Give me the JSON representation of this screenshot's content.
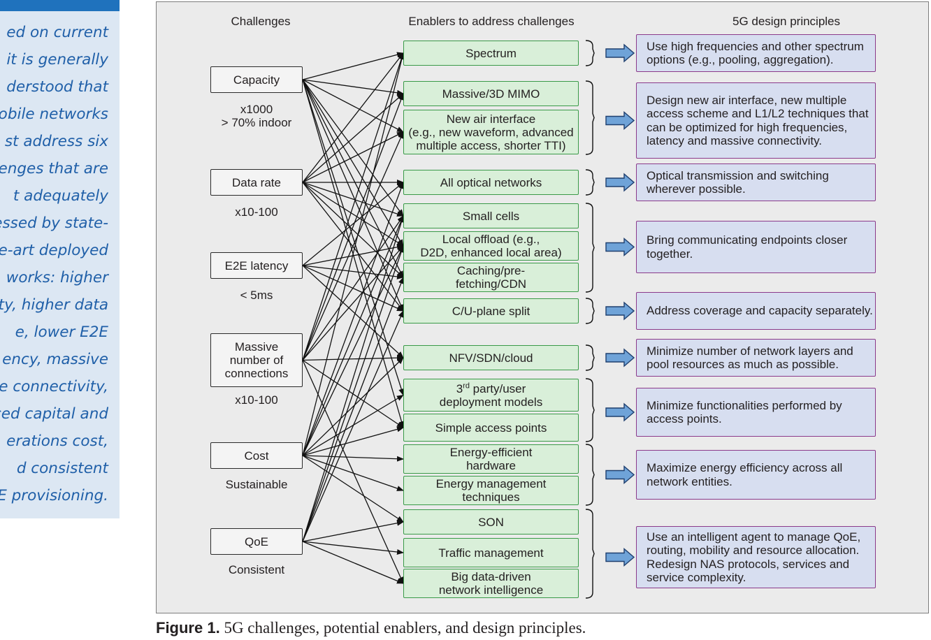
{
  "sidebar": {
    "lines": [
      "ed on current",
      "s, it is generally",
      "derstood that",
      "nobile networks",
      "st address six",
      "lenges that are",
      "t adequately",
      "essed by state-",
      "e-art deployed",
      "works: higher",
      "city, higher data",
      "e, lower E2E",
      "ency, massive",
      "ce connectivity,",
      "ced capital and",
      "erations cost,",
      "d consistent",
      "E provisioning."
    ]
  },
  "headers": {
    "challenges": "Challenges",
    "enablers": "Enablers to address challenges",
    "principles": "5G design principles"
  },
  "challenges": [
    {
      "label": "Capacity",
      "metric": "x1000\n> 70% indoor"
    },
    {
      "label": "Data rate",
      "metric": "x10-100"
    },
    {
      "label": "E2E latency",
      "metric": "< 5ms"
    },
    {
      "label": "Massive\nnumber of\nconnections",
      "metric": "x10-100"
    },
    {
      "label": "Cost",
      "metric": "Sustainable"
    },
    {
      "label": "QoE",
      "metric": "Consistent"
    }
  ],
  "enablers": [
    {
      "label": "Spectrum"
    },
    {
      "label": "Massive/3D MIMO"
    },
    {
      "label": "New air interface\n(e.g., new waveform, advanced\nmultiple access, shorter TTI)"
    },
    {
      "label": "All optical networks"
    },
    {
      "label": "Small cells"
    },
    {
      "label": "Local offload (e.g.,\nD2D, enhanced local area)"
    },
    {
      "label": "Caching/pre-\nfetching/CDN"
    },
    {
      "label": "C/U-plane split"
    },
    {
      "label": "NFV/SDN/cloud"
    },
    {
      "label_prefix": "3",
      "label_sup": "rd",
      "label_rest": " party/user\ndeployment models"
    },
    {
      "label": "Simple access points"
    },
    {
      "label": "Energy-efficient\nhardware"
    },
    {
      "label": "Energy management\ntechniques"
    },
    {
      "label": "SON"
    },
    {
      "label": "Traffic management"
    },
    {
      "label": "Big data-driven\nnetwork intelligence"
    }
  ],
  "principles": [
    {
      "label": "Use high frequencies and other spectrum\noptions (e.g., pooling, aggregation)."
    },
    {
      "label": "Design new air interface, new multiple\naccess scheme and L1/L2 techniques that\ncan be optimized for high frequencies,\nlatency and massive connectivity."
    },
    {
      "label": "Optical transmission and switching\nwherever possible."
    },
    {
      "label": "Bring communicating endpoints closer\ntogether."
    },
    {
      "label": "Address coverage and capacity separately."
    },
    {
      "label": "Minimize number of network layers and\npool resources as much as possible."
    },
    {
      "label": "Minimize functionalities performed by\naccess points."
    },
    {
      "label": "Maximize energy efficiency across all\nnetwork entities."
    },
    {
      "label": "Use an intelligent agent to manage QoE,\nrouting, mobility and resource allocation.\nRedesign NAS protocols, services and\nservice complexity."
    }
  ],
  "links": {
    "0": [
      0,
      1,
      2,
      4,
      5,
      6,
      7,
      9,
      10
    ],
    "1": [
      0,
      1,
      2,
      3,
      4,
      5,
      6,
      7
    ],
    "2": [
      3,
      5,
      6,
      7,
      8
    ],
    "3": [
      0,
      1,
      2,
      4,
      5,
      8,
      10,
      15
    ],
    "4": [
      0,
      3,
      4,
      5,
      8,
      9,
      10,
      11,
      12,
      13
    ],
    "5": [
      4,
      5,
      6,
      7,
      13,
      14,
      15
    ]
  },
  "groups": [
    [
      0
    ],
    [
      1,
      2
    ],
    [
      3
    ],
    [
      4,
      5,
      6
    ],
    [
      7
    ],
    [
      8
    ],
    [
      9,
      10
    ],
    [
      11,
      12
    ],
    [
      13,
      14,
      15
    ]
  ],
  "caption": {
    "label": "Figure 1.",
    "text": " 5G challenges, potential enablers, and design principles."
  },
  "colors": {
    "enabler_border": "#3a9a48",
    "enabler_fill": "#d9efd9",
    "principle_border": "#8b3a8b",
    "principle_fill": "#d7def0",
    "arrow_fill": "#6fa3d8",
    "sidebar_text": "#1f5fa8"
  }
}
